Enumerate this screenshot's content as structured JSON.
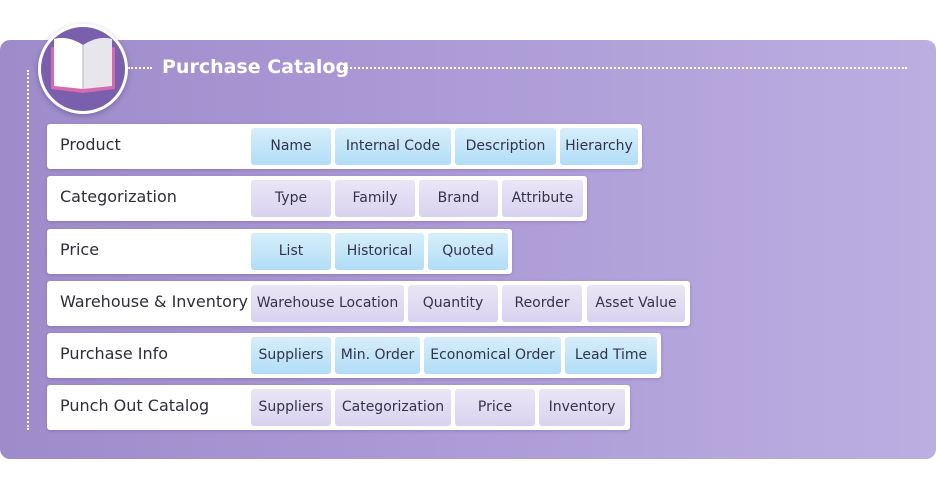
{
  "title": "Purchase Catalog",
  "icon": "open-book-icon",
  "colors": {
    "panel_start": "#9e8cca",
    "panel_end": "#bcaee1",
    "chip_blue": "#b2ddf7",
    "chip_lavender": "#d9d2ee",
    "badge": "#7a5fad"
  },
  "rows": [
    {
      "label": "Product",
      "chips": [
        {
          "text": "Name",
          "style": "blue"
        },
        {
          "text": "Internal Code",
          "style": "blue"
        },
        {
          "text": "Description",
          "style": "blue"
        },
        {
          "text": "Hierarchy",
          "style": "blue"
        }
      ]
    },
    {
      "label": "Categorization",
      "chips": [
        {
          "text": "Type",
          "style": "lavender"
        },
        {
          "text": "Family",
          "style": "lavender"
        },
        {
          "text": "Brand",
          "style": "lavender"
        },
        {
          "text": "Attribute",
          "style": "lavender"
        }
      ]
    },
    {
      "label": "Price",
      "chips": [
        {
          "text": "List",
          "style": "blue"
        },
        {
          "text": "Historical",
          "style": "blue"
        },
        {
          "text": "Quoted",
          "style": "blue"
        }
      ]
    },
    {
      "label": "Warehouse & Inventory",
      "chips": [
        {
          "text": "Warehouse Location",
          "style": "lavender"
        },
        {
          "text": "Quantity",
          "style": "lavender"
        },
        {
          "text": "Reorder",
          "style": "lavender"
        },
        {
          "text": "Asset Value",
          "style": "lavender"
        }
      ]
    },
    {
      "label": "Purchase Info",
      "chips": [
        {
          "text": "Suppliers",
          "style": "blue"
        },
        {
          "text": "Min. Order",
          "style": "blue"
        },
        {
          "text": "Economical Order",
          "style": "blue"
        },
        {
          "text": "Lead Time",
          "style": "blue"
        }
      ]
    },
    {
      "label": "Punch Out Catalog",
      "chips": [
        {
          "text": "Suppliers",
          "style": "lavender"
        },
        {
          "text": "Categorization",
          "style": "lavender"
        },
        {
          "text": "Price",
          "style": "lavender"
        },
        {
          "text": "Inventory",
          "style": "lavender"
        }
      ]
    }
  ]
}
